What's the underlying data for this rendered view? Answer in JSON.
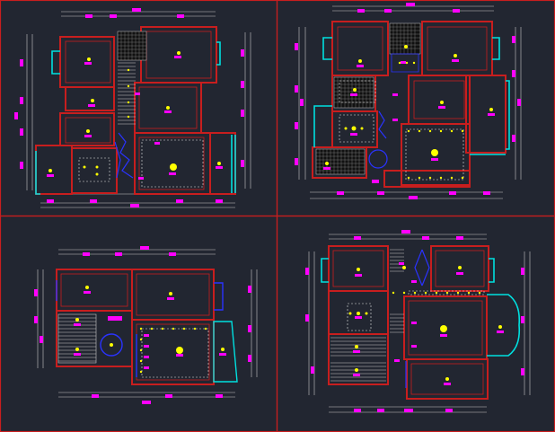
{
  "app": {
    "kind": "cad-drawing-viewer",
    "background": "#222631"
  },
  "colors": {
    "viewport_border": "#c81e1e",
    "wall": "#c81e1e",
    "dimension": "#c8c8c8",
    "magenta": "#ff00ff",
    "cyan": "#00e0e0",
    "yellow": "#ffff00",
    "blue": "#2a33ff",
    "white": "#e6e6e6",
    "grey": "#808080"
  },
  "viewports": [
    {
      "id": "top-left",
      "label": "floor-plan-1"
    },
    {
      "id": "top-right",
      "label": "floor-plan-2"
    },
    {
      "id": "bottom-left",
      "label": "floor-plan-3"
    },
    {
      "id": "bottom-right",
      "label": "floor-plan-4"
    }
  ]
}
